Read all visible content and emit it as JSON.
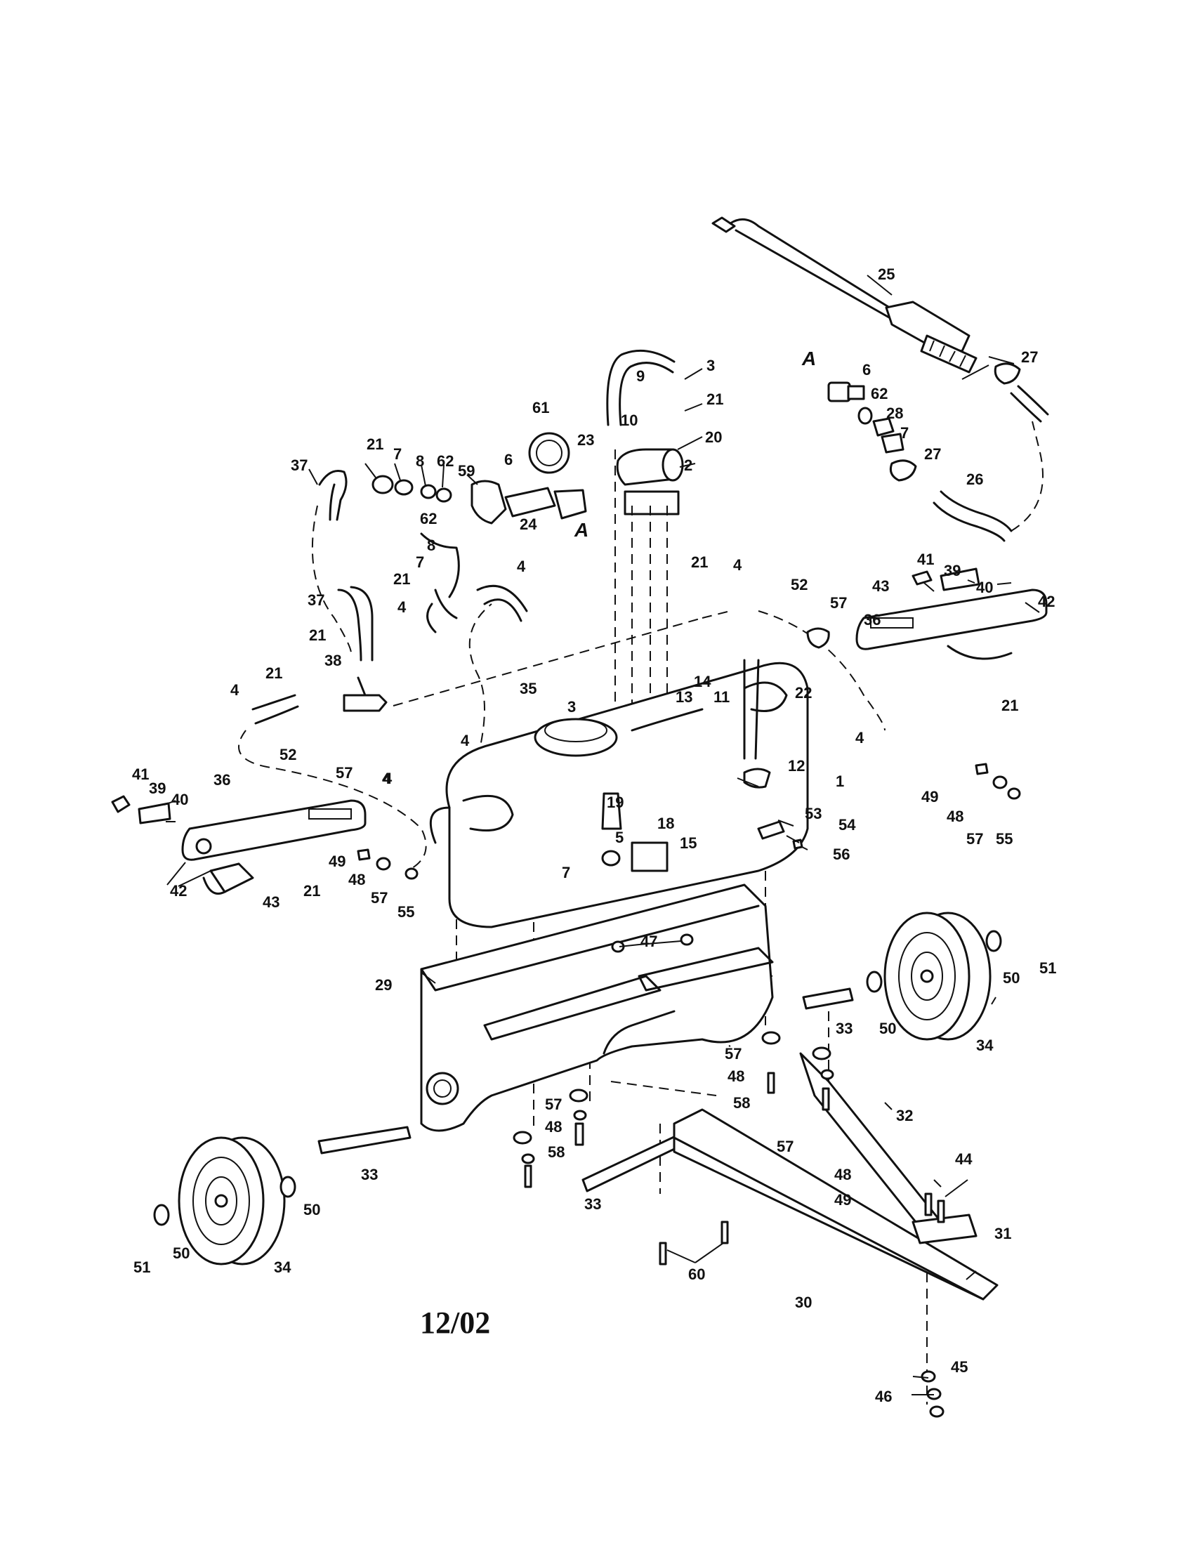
{
  "date_code": "12/02",
  "detail_marker": "A",
  "callouts": {
    "c1": "1",
    "c2": "2",
    "c3a": "3",
    "c3b": "3",
    "c4a": "4",
    "c4b": "4",
    "c4c": "4",
    "c4d": "4",
    "c4e": "4",
    "c4f": "4",
    "c4g": "4",
    "c5": "5",
    "c6a": "6",
    "c6b": "6",
    "c7a": "7",
    "c7b": "7",
    "c7c": "7",
    "c7d": "7",
    "c8a": "8",
    "c8b": "8",
    "c9": "9",
    "c10": "10",
    "c11": "11",
    "c12": "12",
    "c13": "13",
    "c14": "14",
    "c15": "15",
    "c18": "18",
    "c19": "19",
    "c20": "20",
    "c21a": "21",
    "c21b": "21",
    "c21c": "21",
    "c21d": "21",
    "c21e": "21",
    "c21f": "21",
    "c21g": "21",
    "c21h": "21",
    "c22": "22",
    "c23": "23",
    "c24": "24",
    "c25": "25",
    "c26": "26",
    "c27a": "27",
    "c27b": "27",
    "c28": "28",
    "c29": "29",
    "c30": "30",
    "c31": "31",
    "c32": "32",
    "c33a": "33",
    "c33b": "33",
    "c33c": "33",
    "c34a": "34",
    "c34b": "34",
    "c35": "35",
    "c36a": "36",
    "c36b": "36",
    "c37a": "37",
    "c37b": "37",
    "c38": "38",
    "c39a": "39",
    "c39b": "39",
    "c40a": "40",
    "c40b": "40",
    "c41a": "41",
    "c41b": "41",
    "c42a": "42",
    "c42b": "42",
    "c43a": "43",
    "c43b": "43",
    "c44": "44",
    "c45": "45",
    "c46": "46",
    "c47": "47",
    "c48a": "48",
    "c48b": "48",
    "c48c": "48",
    "c48d": "48",
    "c48e": "48",
    "c49a": "49",
    "c49b": "49",
    "c49c": "49",
    "c50a": "50",
    "c50b": "50",
    "c50c": "50",
    "c50d": "50",
    "c51a": "51",
    "c51b": "51",
    "c52a": "52",
    "c52b": "52",
    "c53": "53",
    "c54": "54",
    "c55a": "55",
    "c55b": "55",
    "c56": "56",
    "c57a": "57",
    "c57b": "57",
    "c57c": "57",
    "c57d": "57",
    "c57e": "57",
    "c57f": "57",
    "c57g": "57",
    "c58a": "58",
    "c58b": "58",
    "c59": "59",
    "c60": "60",
    "c61": "61",
    "c62a": "62",
    "c62b": "62",
    "c62c": "62"
  }
}
